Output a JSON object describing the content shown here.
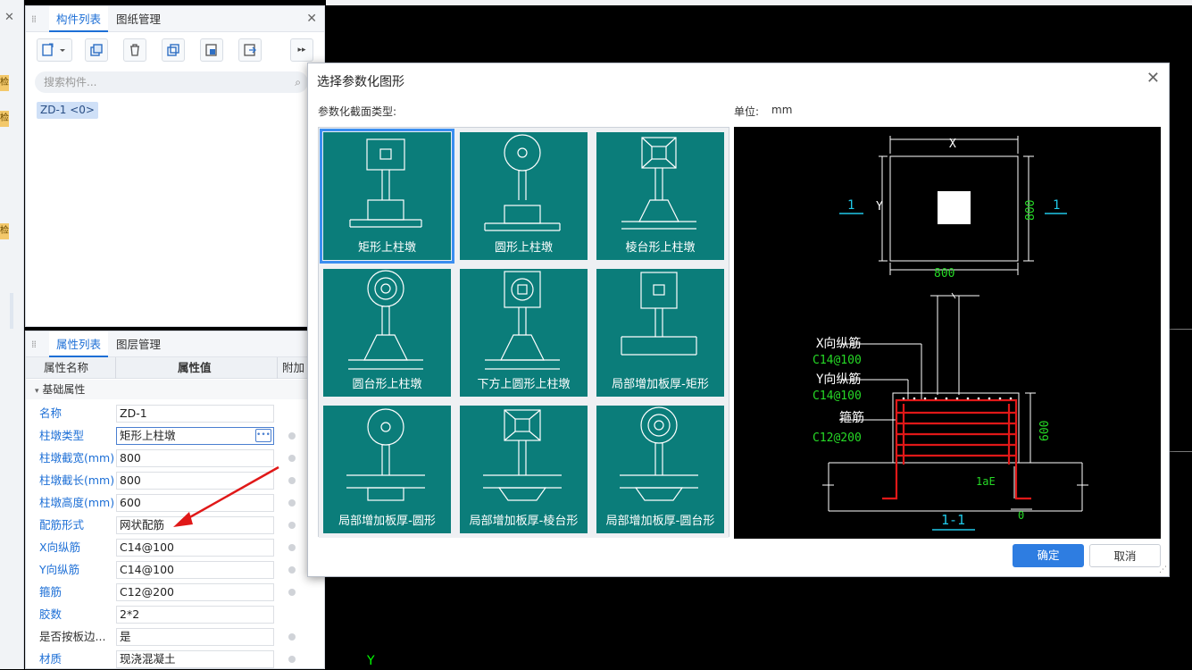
{
  "components_panel": {
    "tabs": [
      "构件列表",
      "图纸管理"
    ],
    "search_placeholder": "搜索构件...",
    "item": "ZD-1 <0>",
    "left_tags": [
      "检",
      "检",
      "检"
    ]
  },
  "properties_panel": {
    "tabs": [
      "属性列表",
      "图层管理"
    ],
    "headers": [
      "属性名称",
      "属性值",
      "附加"
    ],
    "group": "基础属性",
    "rows": [
      {
        "name": "名称",
        "value": "ZD-1"
      },
      {
        "name": "柱墩类型",
        "value": "矩形上柱墩"
      },
      {
        "name": "柱墩截宽(mm)",
        "value": "800"
      },
      {
        "name": "柱墩截长(mm)",
        "value": "800"
      },
      {
        "name": "柱墩高度(mm)",
        "value": "600"
      },
      {
        "name": "配筋形式",
        "value": "网状配筋"
      },
      {
        "name": "X向纵筋",
        "value": "C14@100"
      },
      {
        "name": "Y向纵筋",
        "value": "C14@100"
      },
      {
        "name": "箍筋",
        "value": "C12@200"
      },
      {
        "name": "胶数",
        "value": "2*2"
      },
      {
        "name": "是否按板边...",
        "value": "是"
      },
      {
        "name": "材质",
        "value": "现浇混凝土"
      }
    ]
  },
  "dialog": {
    "title": "选择参数化图形",
    "section_label": "参数化截面类型:",
    "unit_label": "单位:",
    "unit_value": "mm",
    "shapes": [
      "矩形上柱墩",
      "圆形上柱墩",
      "棱台形上柱墩",
      "圆台形上柱墩",
      "下方上圆形上柱墩",
      "局部增加板厚-矩形",
      "局部增加板厚-圆形",
      "局部增加板厚-棱台形",
      "局部增加板厚-圆台形"
    ],
    "ok_label": "确定",
    "cancel_label": "取消"
  },
  "preview": {
    "x_label": "X",
    "y_label": "Y",
    "section_mark": "1",
    "dim_width": "800",
    "dim_height": "800",
    "x_rebar_label": "X向纵筋",
    "x_rebar_value": "C14@100",
    "y_rebar_label": "Y向纵筋",
    "y_rebar_value": "C14@100",
    "stirrup_label": "箍筋",
    "stirrup_value": "C12@200",
    "height_dim": "600",
    "lae": "1aE",
    "zero": "0",
    "section_title": "1-1"
  },
  "canvas": {
    "axis_label": "Y"
  },
  "colors": {
    "accent": "#2e7de1",
    "teal": "#0b7d7a",
    "cad_green": "#26d926",
    "cad_cyan": "#20c8e8",
    "rebar_red": "#e01818"
  }
}
